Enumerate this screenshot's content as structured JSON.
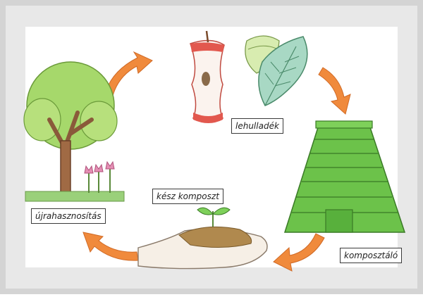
{
  "labels": {
    "leaf_litter": "lehulladék",
    "compost_bin": "komposztáló",
    "finished_compost": "kész komposzt",
    "reuse": "újrahasznosítás"
  },
  "colors": {
    "frame_outer": "#cfcfcf",
    "frame_inner": "#e6e6e6",
    "paper": "#ffffff",
    "arrow": "#f08a3c",
    "leaf_green": "#9fd39a",
    "tree_green": "#a6d86b",
    "bin_green": "#6cc24a",
    "trunk_brown": "#8a5a3a",
    "apple_red": "#e2584e",
    "soil": "#b0894e",
    "hand": "#f6efe6"
  }
}
